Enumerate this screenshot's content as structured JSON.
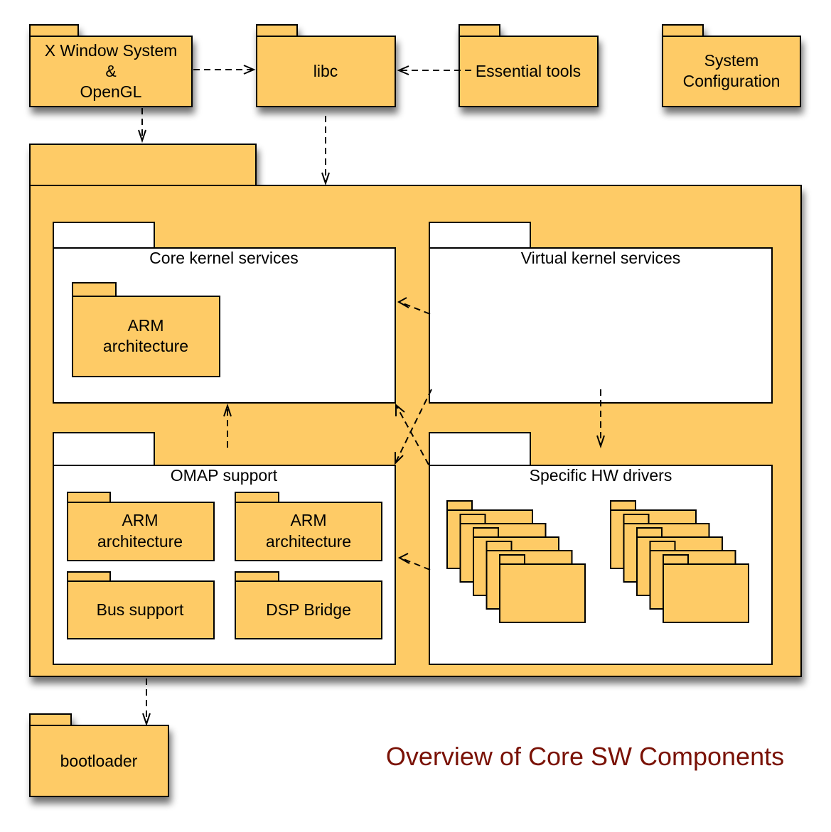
{
  "diagram": {
    "title": "Overview of Core SW Components",
    "title_color": "#7a1206",
    "colors": {
      "package_fill": "#fecb66",
      "container_inner_fill": "#ffffff",
      "stroke": "#000000"
    },
    "packages": {
      "x_window": {
        "lines": [
          "X Window System",
          "&",
          "OpenGL"
        ]
      },
      "libc": {
        "lines": [
          "libc"
        ]
      },
      "essential_tools": {
        "lines": [
          "Essential tools"
        ]
      },
      "system_configuration": {
        "lines": [
          "System",
          "Configuration"
        ]
      },
      "kernel": {
        "lines": []
      },
      "core_kernel_services": {
        "label": "Core kernel services",
        "children": [
          {
            "lines": [
              "ARM",
              "architecture"
            ]
          }
        ]
      },
      "virtual_kernel_services": {
        "label": "Virtual kernel services"
      },
      "omap_support": {
        "label": "OMAP support",
        "children": [
          {
            "lines": [
              "ARM",
              "architecture"
            ]
          },
          {
            "lines": [
              "ARM",
              "architecture"
            ]
          },
          {
            "lines": [
              "Bus support"
            ]
          },
          {
            "lines": [
              "DSP Bridge"
            ]
          }
        ]
      },
      "specific_hw_drivers": {
        "label": "Specific HW drivers",
        "driver_stacks": 2,
        "drivers_per_stack": 5
      },
      "bootloader": {
        "lines": [
          "bootloader"
        ]
      }
    },
    "dependencies": [
      {
        "from": "X Window System & OpenGL",
        "to": "libc"
      },
      {
        "from": "Essential tools",
        "to": "libc"
      },
      {
        "from": "X Window System & OpenGL",
        "to": "kernel"
      },
      {
        "from": "libc",
        "to": "kernel"
      },
      {
        "from": "Virtual kernel services",
        "to": "Core kernel services"
      },
      {
        "from": "Virtual kernel services",
        "to": "OMAP support"
      },
      {
        "from": "Virtual kernel services",
        "to": "Specific HW drivers"
      },
      {
        "from": "Specific HW drivers",
        "to": "Core kernel services"
      },
      {
        "from": "Specific HW drivers",
        "to": "OMAP support"
      },
      {
        "from": "OMAP support",
        "to": "Core kernel services"
      },
      {
        "from": "kernel",
        "to": "bootloader"
      }
    ]
  }
}
